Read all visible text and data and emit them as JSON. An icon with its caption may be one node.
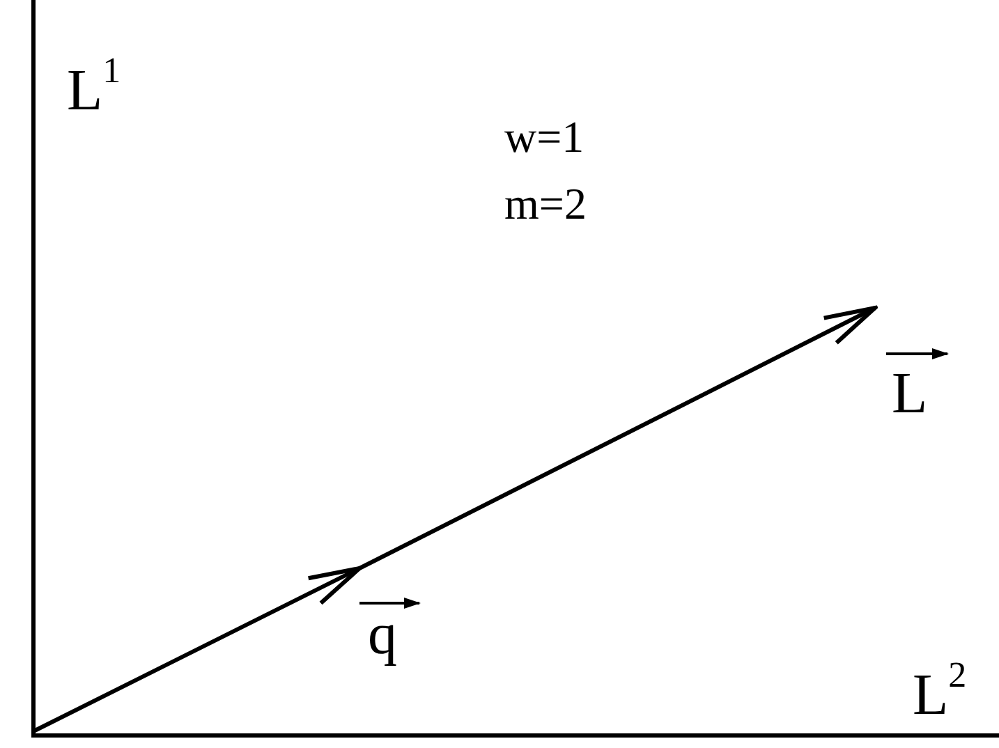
{
  "diagram": {
    "labels": [
      "L$^{1}$",
      "w=1",
      "m=2",
      "L",
      "q",
      "L$^{2}$"
    ]
  }
}
